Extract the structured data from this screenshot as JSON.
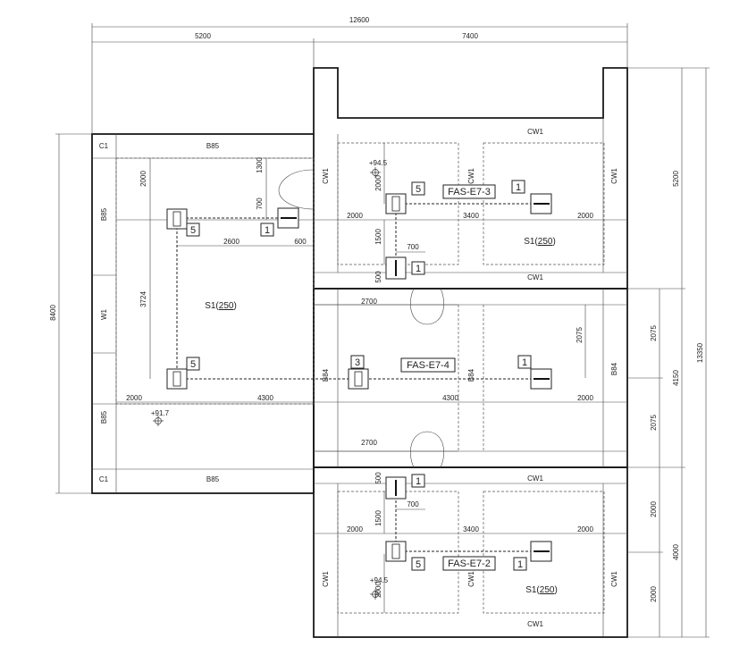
{
  "dims": {
    "overall_width": "12600",
    "left_width": "5200",
    "right_width": "7400",
    "left_height": "8400",
    "overall_height": "13350",
    "right_top": "5200",
    "right_mid": "4150",
    "right_mid_a": "2075",
    "right_mid_b": "2075",
    "right_bot": "4000",
    "right_bot_a": "2000",
    "right_bot_b": "2000",
    "d_2000": "2000",
    "d_2600": "2600",
    "d_600": "600",
    "d_1300": "1300",
    "d_700": "700",
    "d_3724": "3724",
    "d_4300": "4300",
    "d_3400": "3400",
    "d_1500": "1500",
    "d_500": "500",
    "d_2700": "2700",
    "d_2075": "2075"
  },
  "labels": {
    "c1": "C1",
    "b85": "B85",
    "b84": "B84",
    "w1": "W1",
    "cw1": "CW1",
    "s1_prefix": "S1(",
    "s1_value": "250",
    "s1_suffix": ")",
    "elev_945": "+94.5",
    "elev_917": "+91.7"
  },
  "tags": {
    "fas_e7_3": "FAS-E7-3",
    "fas_e7_4": "FAS-E7-4",
    "fas_e7_2": "FAS-E7-2",
    "n1": "1",
    "n3": "3",
    "n5": "5"
  }
}
